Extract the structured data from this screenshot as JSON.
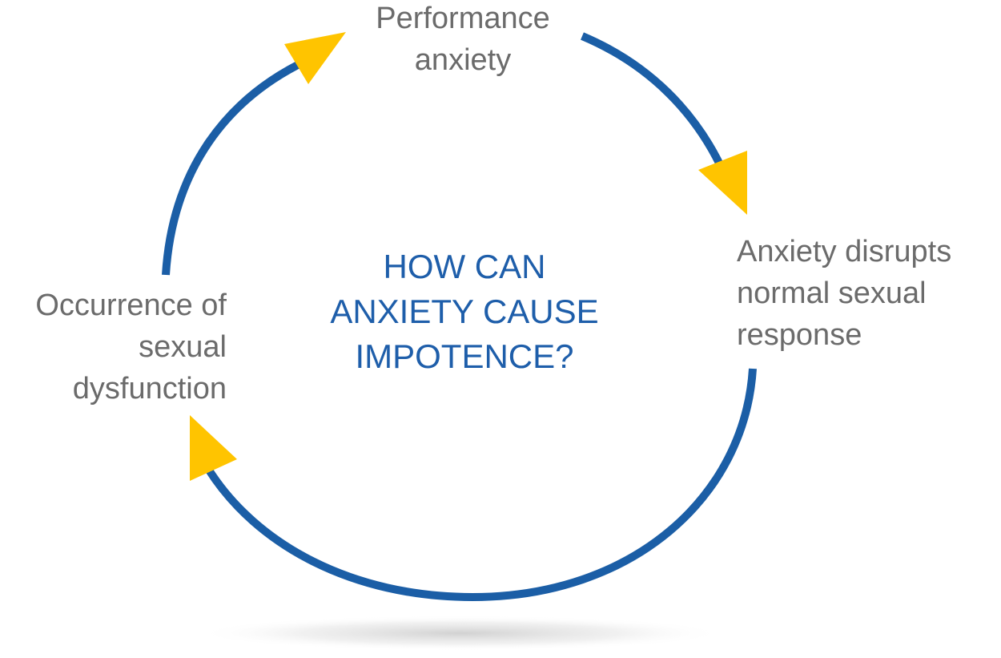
{
  "center_title": {
    "line1": "HOW CAN",
    "line2": "ANXIETY CAUSE",
    "line3": "IMPOTENCE?"
  },
  "stages": {
    "top": {
      "line1": "Performance",
      "line2": "anxiety"
    },
    "right": {
      "line1": "Anxiety disrupts",
      "line2": "normal sexual",
      "line3": "response"
    },
    "left": {
      "line1": "Occurrence of",
      "line2": "sexual",
      "line3": "dysfunction"
    }
  },
  "colors": {
    "arc": "#1b5ea6",
    "arrowhead": "#ffc400",
    "title": "#1e5eaa",
    "label": "#6b6b6b"
  }
}
